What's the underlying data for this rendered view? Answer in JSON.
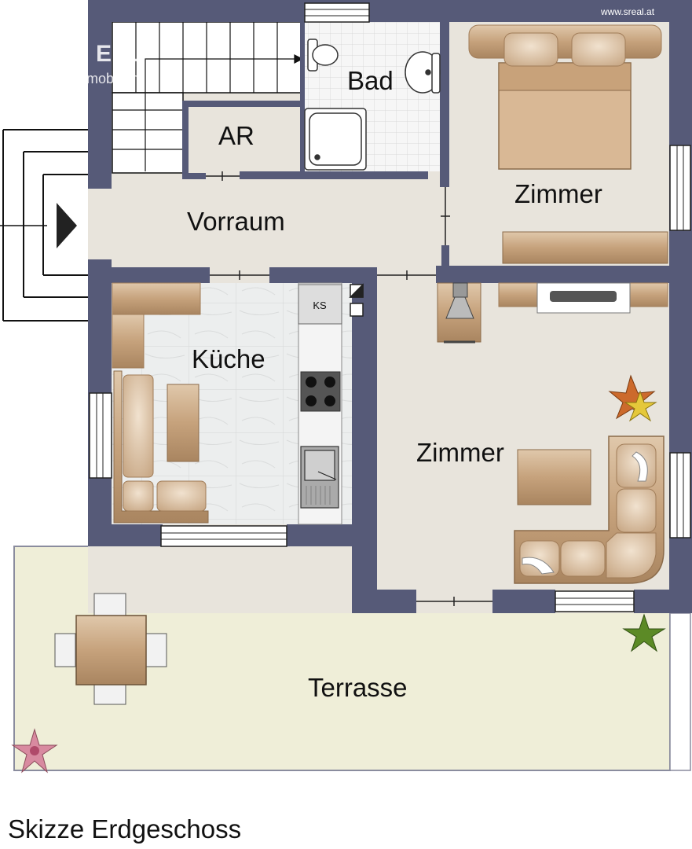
{
  "watermark": "www.sreal.at",
  "logo": {
    "brand": "EAL",
    "sub": "mobilien"
  },
  "caption": "Skizze Erdgeschoss",
  "rooms": {
    "bad": "Bad",
    "ar": "AR",
    "vorraum": "Vorraum",
    "zimmer_top": "Zimmer",
    "kueche": "Küche",
    "zimmer_living": "Zimmer",
    "terrasse": "Terrasse"
  },
  "appliances": {
    "fridge": "KS"
  },
  "colors": {
    "wall": "#565a78",
    "floor": "#e8e4dc",
    "terrace": "#efeed8",
    "furniture": "#c8a784",
    "tile": "#eeeeee"
  }
}
